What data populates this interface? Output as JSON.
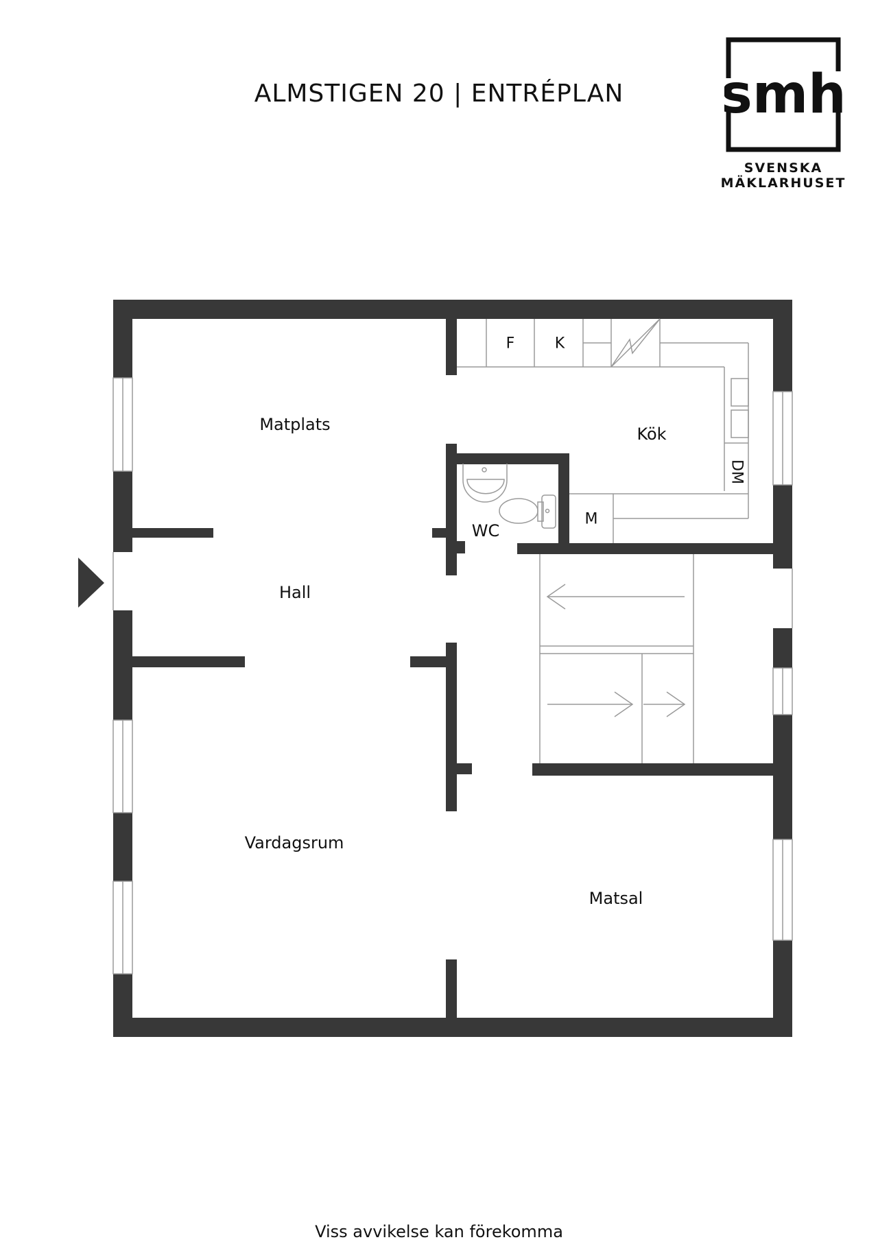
{
  "header": {
    "title": "ALMSTIGEN 20 | ENTRÉPLAN"
  },
  "logo": {
    "mark": "smh",
    "line1": "SVENSKA",
    "line2": "MÄKLARHUSET"
  },
  "rooms": {
    "matplats": "Matplats",
    "kok": "Kök",
    "hall": "Hall",
    "wc": "WC",
    "vardagsrum": "Vardagsrum",
    "matsal": "Matsal"
  },
  "fixtures": {
    "fridge": "F",
    "freezer": "K",
    "dishwasher": "DM",
    "microwave": "M"
  },
  "footer": {
    "disclaimer": "Viss avvikelse kan förekomma"
  },
  "colors": {
    "wall": "#383838",
    "fixture_line": "#9a9a9a",
    "text": "#111111"
  }
}
